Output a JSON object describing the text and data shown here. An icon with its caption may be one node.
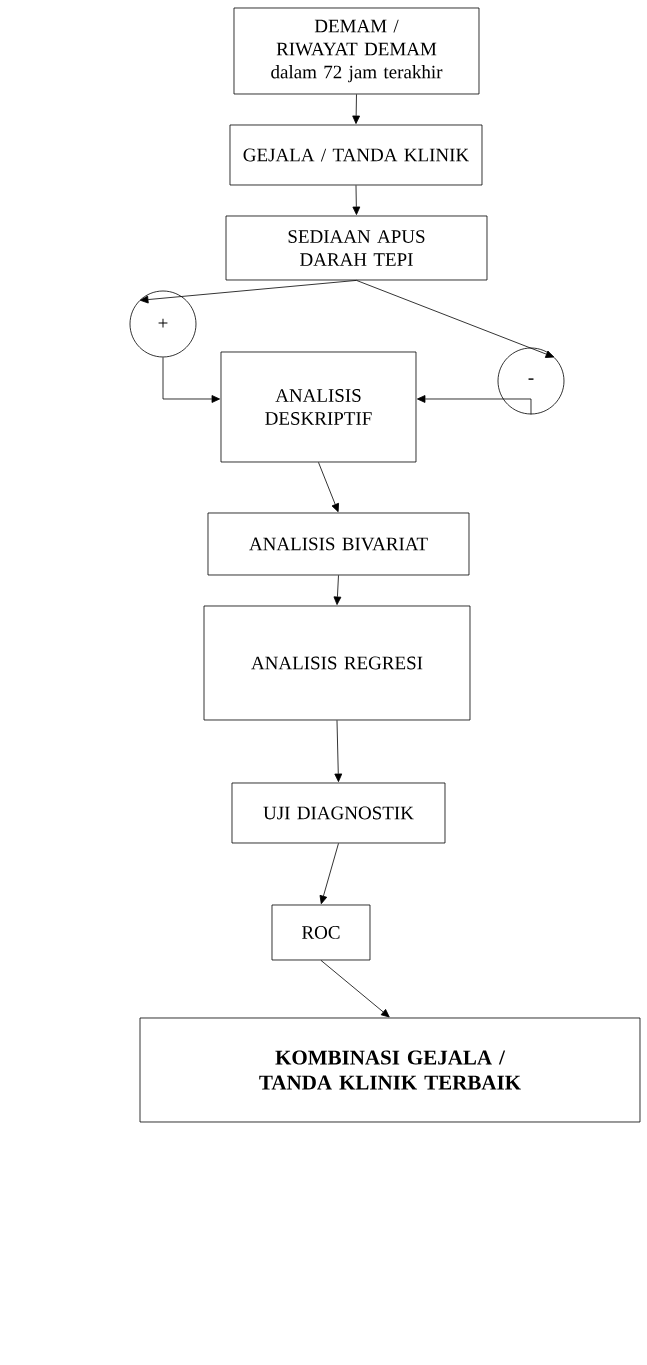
{
  "diagram": {
    "nodes": [
      {
        "text": [
          "DEMAM / RIWAYAT DEMAM",
          "dalam 72 jam terakhir"
        ]
      },
      {
        "text": [
          "GEJALA / TANDA KLINIK"
        ]
      },
      {
        "text": [
          "SEDIAAN APUS DARAH TEPI"
        ]
      },
      {
        "text": [
          "+"
        ]
      },
      {
        "text": [
          "-"
        ]
      },
      {
        "text": [
          "ANALISIS DESKRIPTIF"
        ]
      },
      {
        "text": [
          "ANALISIS BIVARIAT"
        ]
      },
      {
        "text": [
          "ANALISIS REGRESI"
        ]
      },
      {
        "text": [
          "UJI DIAGNOSTIK"
        ]
      },
      {
        "text": [
          "ROC"
        ]
      },
      {
        "text": [
          "KOMBINASI GEJALA / TANDA KLINIK TERBAIK"
        ]
      }
    ],
    "edges": [
      {
        "from": 0,
        "to": 1,
        "arrow": "to"
      },
      {
        "from": 1,
        "to": 2,
        "arrow": "to"
      },
      {
        "from": 2,
        "to": 3,
        "arrow": "to"
      },
      {
        "from": 2,
        "to": 4,
        "arrow": "to"
      },
      {
        "from": 3,
        "to": 5,
        "arrow": "to"
      },
      {
        "from": 4,
        "to": 5,
        "arrow": "to"
      },
      {
        "from": 5,
        "to": 6,
        "arrow": "to"
      },
      {
        "from": 6,
        "to": 7,
        "arrow": "to"
      },
      {
        "from": 7,
        "to": 8,
        "arrow": "to"
      },
      {
        "from": 8,
        "to": 9,
        "arrow": "to"
      },
      {
        "from": 9,
        "to": 10,
        "arrow": "to"
      }
    ]
  }
}
